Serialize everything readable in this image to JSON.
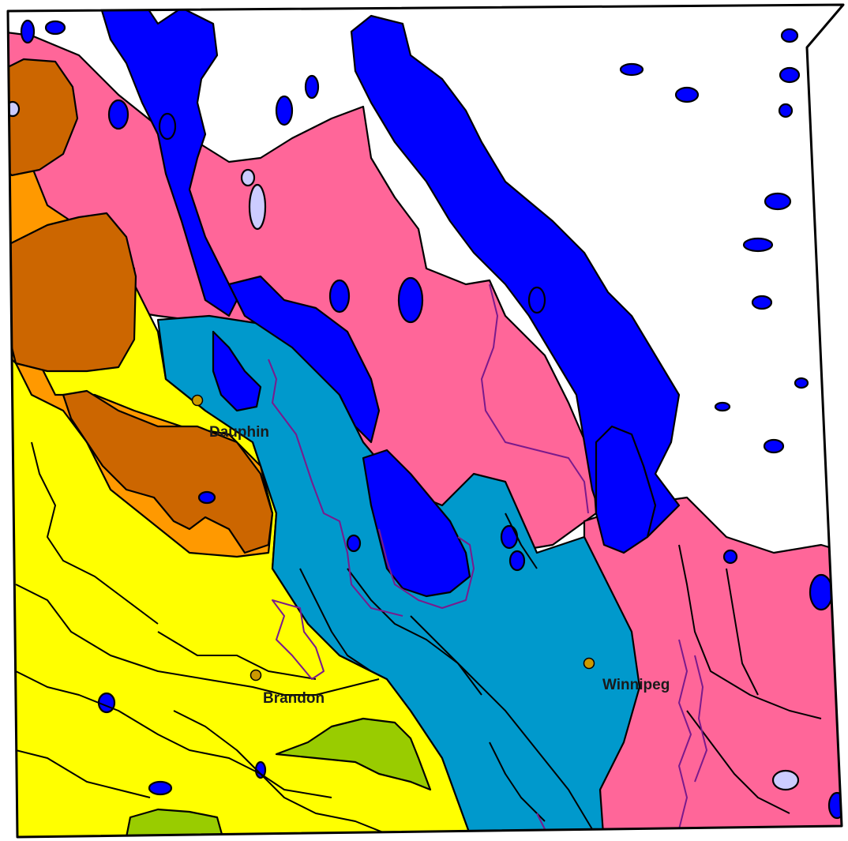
{
  "map": {
    "colors": {
      "background": "#ffffff",
      "water": "#0000ff",
      "pink": "#ff6699",
      "teal": "#0099cc",
      "yellow": "#ffff00",
      "brown": "#cc6600",
      "orange": "#ff9900",
      "green": "#99cc00",
      "lavender": "#ccccff",
      "boundary": "#000000",
      "contour": "#7a1a8c",
      "city_marker": "#cc9900"
    },
    "cities": [
      {
        "id": "dauphin",
        "name": "Dauphin"
      },
      {
        "id": "brandon",
        "name": "Brandon"
      },
      {
        "id": "winnipeg",
        "name": "Winnipeg"
      }
    ]
  }
}
